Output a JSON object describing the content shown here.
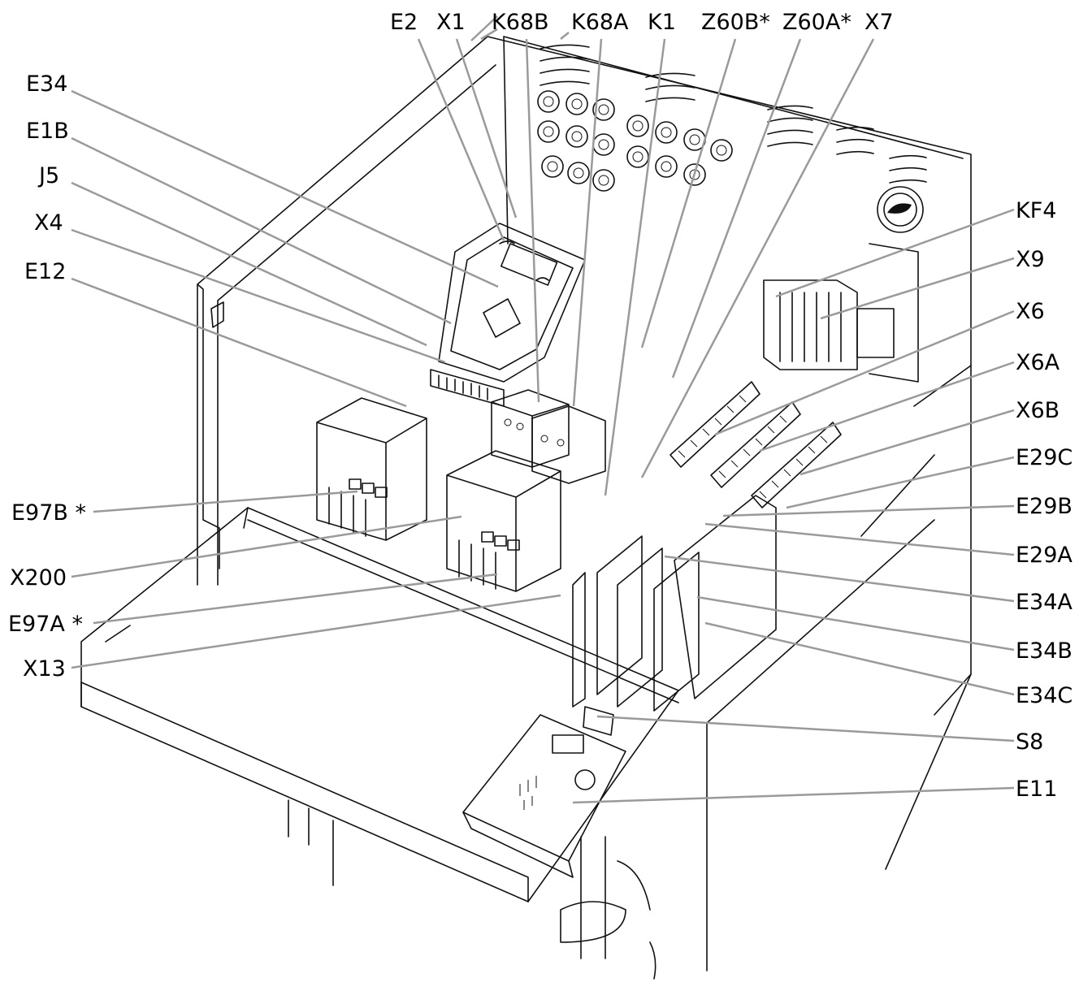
{
  "diagram": {
    "labels": {
      "e2": "E2",
      "x1": "X1",
      "k68b": "K68B",
      "k68a": "K68A",
      "k1": "K1",
      "z60b": "Z60B*",
      "z60a": "Z60A*",
      "x7": "X7",
      "e34": "E34",
      "e1b": "E1B",
      "j5": "J5",
      "x4": "X4",
      "e12": "E12",
      "kf4": "KF4",
      "x9": "X9",
      "x6": "X6",
      "x6a": "X6A",
      "x6b": "X6B",
      "e29c": "E29C",
      "e29b": "E29B",
      "e29a": "E29A",
      "e34a": "E34A",
      "e34b": "E34B",
      "e34c": "E34C",
      "s8": "S8",
      "e11": "E11",
      "e97b": "E97B *",
      "x200": "X200",
      "e97a": "E97A *",
      "x13": "X13"
    },
    "colors": {
      "line": "#111111",
      "leader": "#9a9a9a",
      "background": "#ffffff"
    }
  }
}
